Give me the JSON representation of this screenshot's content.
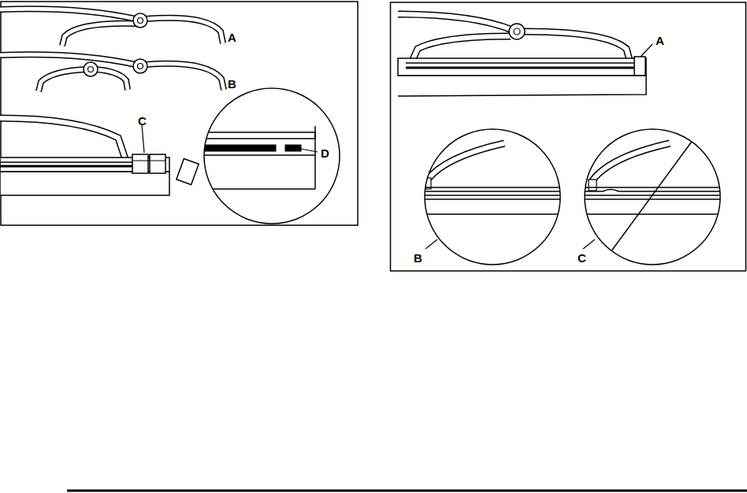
{
  "diagram": {
    "labels": [
      "A",
      "B",
      "C",
      "D",
      "A",
      "B",
      "C"
    ]
  }
}
